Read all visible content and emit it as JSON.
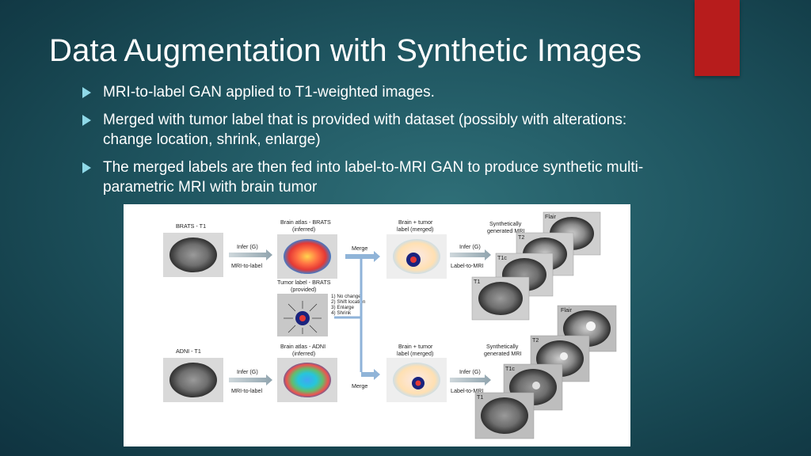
{
  "slide": {
    "title": "Data Augmentation with Synthetic Images",
    "bullets": [
      "MRI-to-label GAN applied to T1-weighted images.",
      "Merged with tumor label that is provided with dataset (possibly with alterations: change location, shrink, enlarge)",
      "The merged labels are then fed into label-to-MRI GAN to produce synthetic multi-parametric MRI with brain tumor"
    ],
    "colors": {
      "accent": "#b71c1c",
      "bullet": "#8fd9e8",
      "background": "#1f5560"
    }
  },
  "figure": {
    "top_row": {
      "input_label": "BRATS - T1",
      "infer_label": "Infer (G)",
      "mri_to_label": "MRI-to-label",
      "atlas_label": [
        "Brain atlas - BRATS",
        "(inferred)"
      ],
      "merge_label": "Merge",
      "merged_label": [
        "Brain + tumor",
        "label (merged)"
      ],
      "infer2_label": "Infer (G)",
      "label_to_mri": "Label-to-MRI",
      "synth_label": [
        "Synthetically",
        "generated MRI"
      ],
      "stack": [
        "Flair",
        "T2",
        "T1c",
        "T1"
      ]
    },
    "tumor": {
      "label": [
        "Tumor label - BRATS",
        "(provided)"
      ],
      "options": [
        "1) No change",
        "2) Shift location",
        "3) Enlarge",
        "4) Shrink"
      ]
    },
    "bottom_row": {
      "input_label": "ADNI - T1",
      "infer_label": "Infer (G)",
      "mri_to_label": "MRI-to-label",
      "atlas_label": [
        "Brain atlas - ADNI",
        "(inferred)"
      ],
      "merge_label": "Merge",
      "merged_label": [
        "Brain + tumor",
        "label (merged)"
      ],
      "infer2_label": "Infer (G)",
      "label_to_mri": "Label-to-MRI",
      "synth_label": [
        "Synthetically",
        "generated MRI"
      ],
      "stack": [
        "Flair",
        "T2",
        "T1c",
        "T1"
      ]
    }
  }
}
